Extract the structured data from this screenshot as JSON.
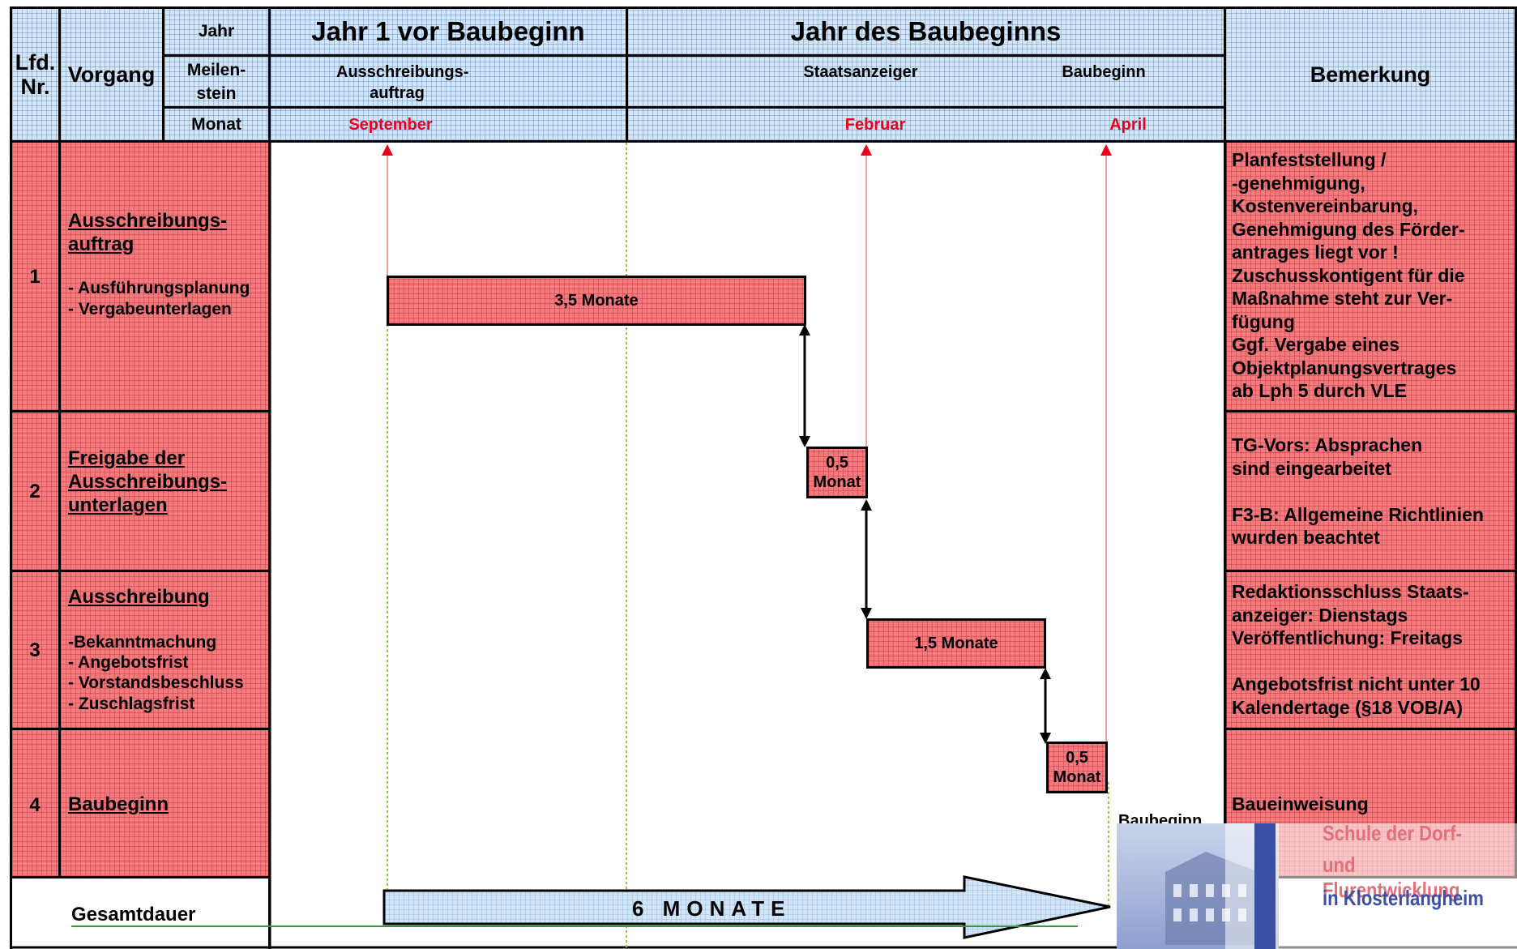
{
  "header": {
    "lfd_nr": "Lfd. Nr.",
    "vorgang": "Vorgang",
    "jahr": "Jahr",
    "meilenstein": "Meilen-stein",
    "monat": "Monat",
    "year_before": "Jahr 1 vor Baubeginn",
    "year_start": "Jahr des Baubeginns",
    "bemerkung": "Bemerkung"
  },
  "milestones": [
    "Ausschreibungs-auftrag",
    "Staatsanzeiger",
    "Baubeginn"
  ],
  "months": [
    "September",
    "Februar",
    "April"
  ],
  "rows": [
    {
      "nr": "1",
      "title": "Ausschreibungs-auftrag",
      "items": [
        "- Ausführungsplanung",
        "- Vergabeunterlagen"
      ],
      "remark": "Planfeststellung /\n-genehmigung,\nKostenvereinbarung,\nGenehmigung des Förder-\nantrages liegt vor !\nZuschusskontigent für die\nMaßnahme steht zur Ver-\nfügung\nGgf. Vergabe eines\nObjektplanungsvertrages\nab Lph 5 durch VLE"
    },
    {
      "nr": "2",
      "title": "Freigabe der Ausschreibungs-unterlagen",
      "items": [],
      "remark": "TG-Vors: Absprachen\nsind eingearbeitet\n\nF3-B: Allgemeine Richtlinien\nwurden beachtet"
    },
    {
      "nr": "3",
      "title": "Ausschreibung",
      "items": [
        "-Bekanntmachung",
        "- Angebotsfrist",
        "- Vorstandsbeschluss",
        "- Zuschlagsfrist"
      ],
      "remark": "Redaktionsschluss Staats-\nanzeiger: Dienstags\nVeröffentlichung: Freitags\n\nAngebotsfrist nicht unter 10\nKalendertage (§18 VOB/A)"
    },
    {
      "nr": "4",
      "title": "Baubeginn",
      "items": [],
      "remark": "Baueinweisung"
    }
  ],
  "bars": [
    {
      "label": "3,5 Monate",
      "months": 3.5
    },
    {
      "label": "0,5 Monat",
      "months": 0.5
    },
    {
      "label": "1,5 Monate",
      "months": 1.5
    },
    {
      "label": "0,5 Monat",
      "months": 0.5
    }
  ],
  "total": {
    "label": "Gesamtdauer",
    "value": "6 MONATE"
  },
  "photo": {
    "caption": "Baubeginn"
  },
  "logo": {
    "line1": "Schule der Dorf-",
    "line2": "und Flurentwicklung",
    "line3": "in Klosterlangheim"
  }
}
